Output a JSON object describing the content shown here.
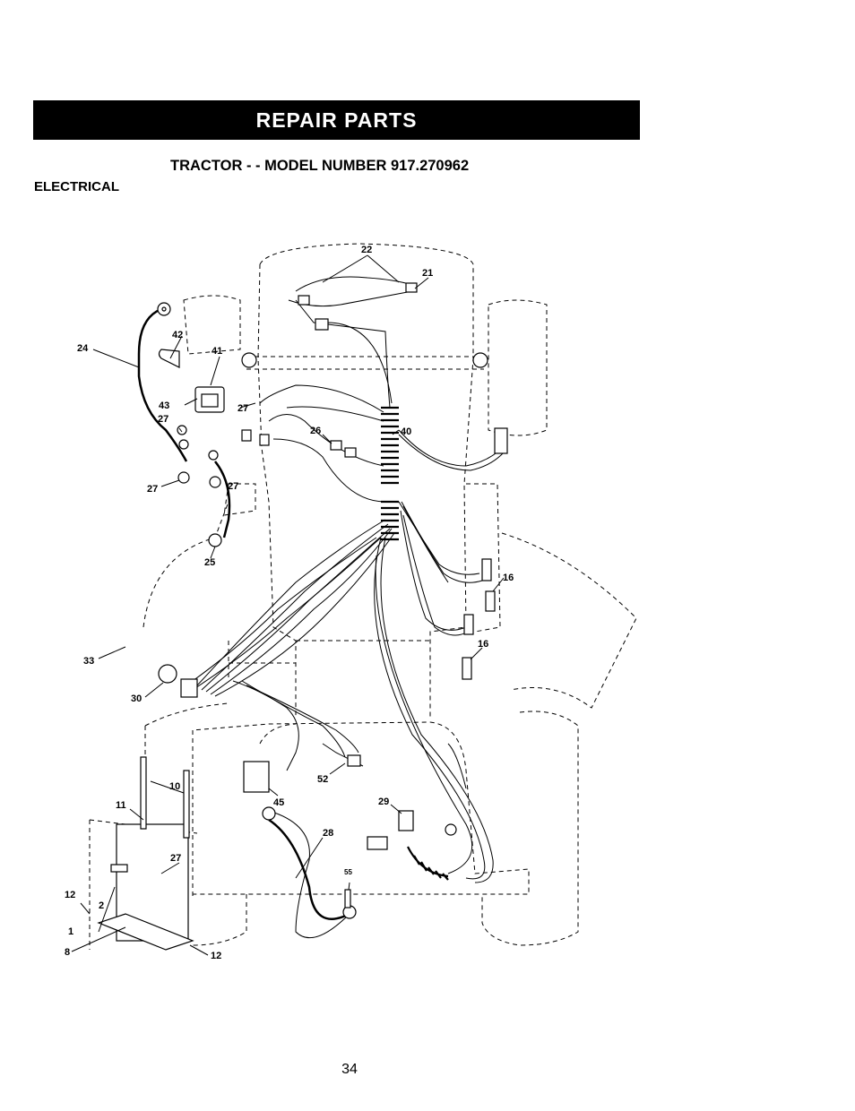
{
  "banner": {
    "title": "REPAIR PARTS"
  },
  "heading": {
    "title": "TRACTOR - - MODEL NUMBER 917.270962"
  },
  "section": {
    "label": "ELECTRICAL"
  },
  "footer": {
    "page_number": "34"
  },
  "callouts": {
    "c1": "1",
    "c2": "2",
    "c8": "8",
    "c10": "10",
    "c11": "11",
    "c12a": "12",
    "c12b": "12",
    "c16a": "16",
    "c16b": "16",
    "c21": "21",
    "c22": "22",
    "c24": "24",
    "c25": "25",
    "c26": "26",
    "c27a": "27",
    "c27b": "27",
    "c27c": "27",
    "c27d": "27",
    "c27e": "27",
    "c28": "28",
    "c29": "29",
    "c30": "30",
    "c33": "33",
    "c40": "40",
    "c41": "41",
    "c42": "42",
    "c43": "43",
    "c45": "45",
    "c52": "52",
    "c55": "55"
  }
}
